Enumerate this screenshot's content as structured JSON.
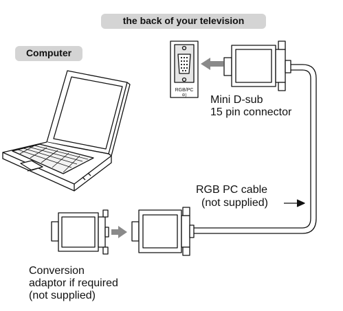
{
  "labels": {
    "tv_back": "the back of your television",
    "computer": "Computer",
    "port_label": "RGB/PC",
    "port_symbol": "⊖)",
    "connector_line1": "Mini D-sub",
    "connector_line2": "15 pin connector",
    "cable_line1": "RGB PC cable",
    "cable_line2": "(not supplied)",
    "adaptor_line1": "Conversion",
    "adaptor_line2": "adaptor if required",
    "adaptor_line3": "(not supplied)"
  },
  "colors": {
    "pill_bg": "#d4d4d4",
    "line": "#111111",
    "arrow_grey": "#8a8a8a",
    "port_bg": "#e6e6e6"
  },
  "icons": [
    "laptop-icon",
    "vga-port-icon",
    "vga-plug-icon",
    "conversion-adaptor-icon",
    "cable-icon",
    "insert-arrow-icon",
    "pointer-arrow-icon"
  ]
}
